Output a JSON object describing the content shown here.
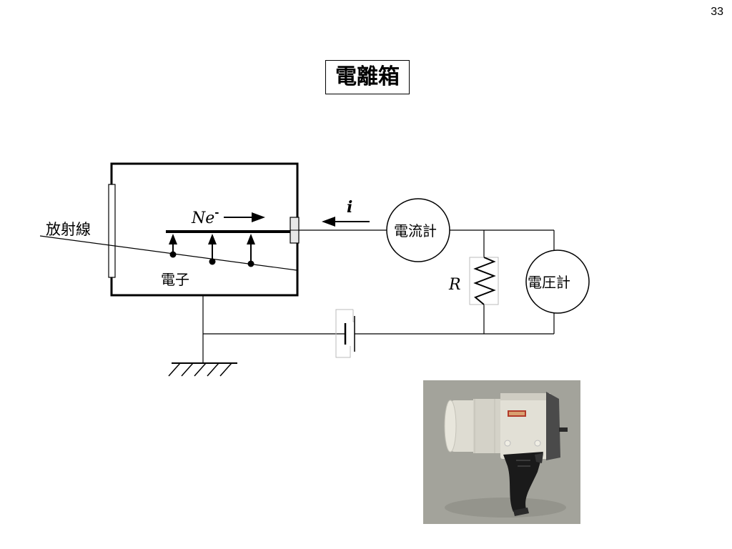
{
  "page_number": "33",
  "title": "電離箱",
  "diagram": {
    "radiation_label": "放射線",
    "ion_label": "Ne",
    "ion_charge": "-",
    "electron_label": "電子",
    "current_symbol": "i",
    "ammeter_label": "電流計",
    "resistor_label": "R",
    "voltmeter_label": "電圧計"
  },
  "colors": {
    "line": "#000000",
    "device_body": "#dcdcd2",
    "device_grip": "#1a1a1a",
    "photo_background": "#a8a8a0"
  },
  "icons": {
    "photo": "ionization-chamber-survey-meter-photo"
  }
}
